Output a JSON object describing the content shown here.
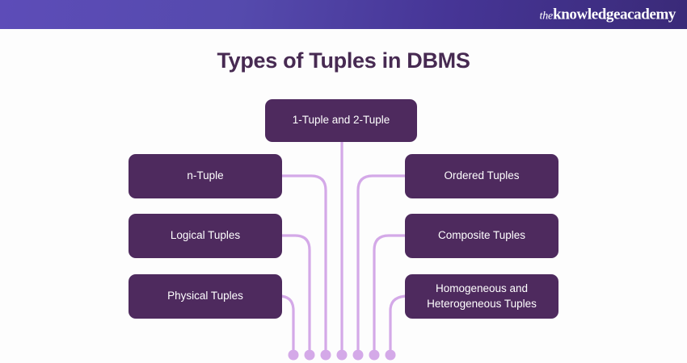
{
  "header": {
    "logo_prefix": "the",
    "logo_name": "knowledgeacademy",
    "gradient_from": "#5d4cb8",
    "gradient_to": "#3a2a78"
  },
  "title": "Types of Tuples in DBMS",
  "theme": {
    "node_bg": "#4E2A5E",
    "node_text": "#FFFFFF",
    "title_color": "#472A52",
    "connector_color": "#D4A9E8",
    "page_bg": "#FDFDFD"
  },
  "chart_data": {
    "type": "diagram",
    "title": "Types of Tuples in DBMS",
    "layout": "central-top node with three branch nodes on each side, connectors routed to seven dots at bottom",
    "nodes": [
      {
        "id": "top",
        "label": "1-Tuple and 2-Tuple",
        "side": "center"
      },
      {
        "id": "l1",
        "label": "n-Tuple",
        "side": "left"
      },
      {
        "id": "l2",
        "label": "Logical Tuples",
        "side": "left"
      },
      {
        "id": "l3",
        "label": "Physical Tuples",
        "side": "left"
      },
      {
        "id": "r1",
        "label": "Ordered Tuples",
        "side": "right"
      },
      {
        "id": "r2",
        "label": "Composite Tuples",
        "side": "right"
      },
      {
        "id": "r3",
        "label": "Homogeneous and Heterogeneous Tuples",
        "side": "right"
      }
    ],
    "connector_endpoints": 7
  }
}
